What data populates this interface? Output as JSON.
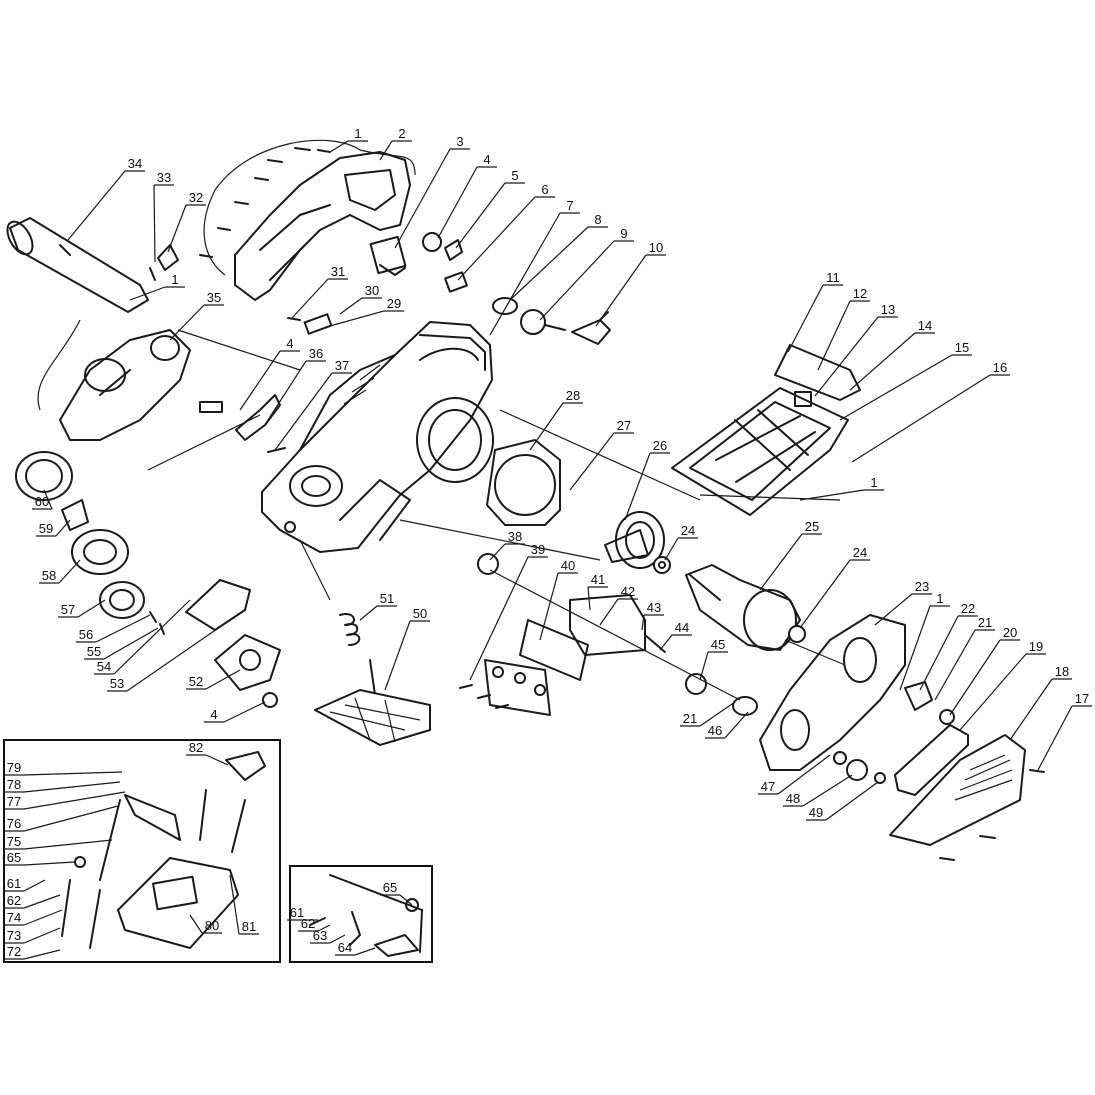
{
  "callouts": [
    {
      "num": "1"
    },
    {
      "num": "2"
    },
    {
      "num": "3"
    },
    {
      "num": "4"
    },
    {
      "num": "5"
    },
    {
      "num": "6"
    },
    {
      "num": "7"
    },
    {
      "num": "8"
    },
    {
      "num": "9"
    },
    {
      "num": "10"
    },
    {
      "num": "11"
    },
    {
      "num": "12"
    },
    {
      "num": "13"
    },
    {
      "num": "14"
    },
    {
      "num": "15"
    },
    {
      "num": "16"
    },
    {
      "num": "1"
    },
    {
      "num": "34"
    },
    {
      "num": "33"
    },
    {
      "num": "32"
    },
    {
      "num": "1"
    },
    {
      "num": "31"
    },
    {
      "num": "30"
    },
    {
      "num": "29"
    },
    {
      "num": "35"
    },
    {
      "num": "4"
    },
    {
      "num": "36"
    },
    {
      "num": "37"
    },
    {
      "num": "28"
    },
    {
      "num": "27"
    },
    {
      "num": "26"
    },
    {
      "num": "25"
    },
    {
      "num": "24"
    },
    {
      "num": "24"
    },
    {
      "num": "38"
    },
    {
      "num": "39"
    },
    {
      "num": "40"
    },
    {
      "num": "41"
    },
    {
      "num": "42"
    },
    {
      "num": "43"
    },
    {
      "num": "44"
    },
    {
      "num": "45"
    },
    {
      "num": "23"
    },
    {
      "num": "1"
    },
    {
      "num": "22"
    },
    {
      "num": "21"
    },
    {
      "num": "20"
    },
    {
      "num": "19"
    },
    {
      "num": "18"
    },
    {
      "num": "17"
    },
    {
      "num": "21"
    },
    {
      "num": "46"
    },
    {
      "num": "47"
    },
    {
      "num": "48"
    },
    {
      "num": "49"
    },
    {
      "num": "60"
    },
    {
      "num": "59"
    },
    {
      "num": "58"
    },
    {
      "num": "57"
    },
    {
      "num": "56"
    },
    {
      "num": "55"
    },
    {
      "num": "54"
    },
    {
      "num": "53"
    },
    {
      "num": "52"
    },
    {
      "num": "4"
    },
    {
      "num": "51"
    },
    {
      "num": "50"
    }
  ],
  "inset_left": {
    "callouts": [
      {
        "num": "79"
      },
      {
        "num": "78"
      },
      {
        "num": "77"
      },
      {
        "num": "76"
      },
      {
        "num": "75"
      },
      {
        "num": "65"
      },
      {
        "num": "61"
      },
      {
        "num": "62"
      },
      {
        "num": "74"
      },
      {
        "num": "73"
      },
      {
        "num": "72"
      },
      {
        "num": "82"
      },
      {
        "num": "80"
      },
      {
        "num": "81"
      }
    ]
  },
  "inset_right": {
    "callouts": [
      {
        "num": "65"
      },
      {
        "num": "61"
      },
      {
        "num": "62"
      },
      {
        "num": "63"
      },
      {
        "num": "64"
      }
    ]
  },
  "colors": {
    "ink": "#1a1a1a",
    "paper": "#ffffff"
  }
}
